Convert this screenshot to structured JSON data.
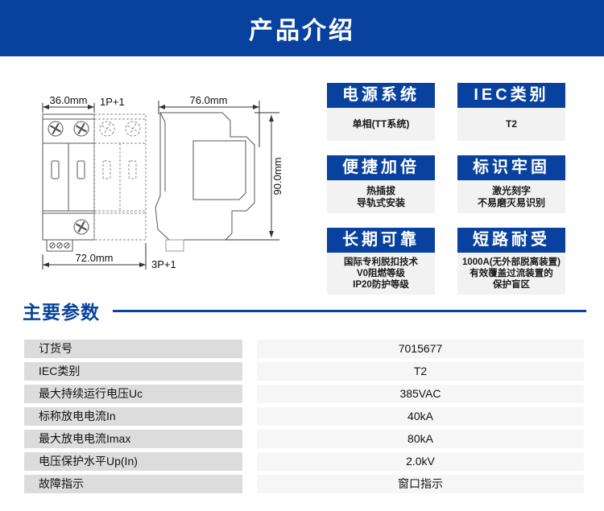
{
  "header": {
    "title": "产品介绍"
  },
  "drawing": {
    "front_width": "36.0mm",
    "front_label": "1P+1",
    "total_width": "72.0mm",
    "total_label": "3P+1",
    "side_width": "76.0mm",
    "side_height": "90.0mm"
  },
  "features": {
    "boxes": [
      {
        "title": "电源系统",
        "lines": [
          "单相(TT系统)"
        ]
      },
      {
        "title": "IEC类别",
        "lines": [
          "T2"
        ]
      },
      {
        "title": "便捷加倍",
        "lines": [
          "热插拔",
          "导轨式安装"
        ]
      },
      {
        "title": "标识牢固",
        "lines": [
          "激光刻字",
          "不易磨灭易识别"
        ]
      },
      {
        "title": "长期可靠",
        "lines": [
          "国际专利脱扣技术",
          "V0阻燃等级",
          "IP20防护等级"
        ]
      },
      {
        "title": "短路耐受",
        "lines": [
          "1000A(无外部脱离装置)",
          "有效覆盖过流装置的",
          "保护盲区"
        ]
      }
    ]
  },
  "params": {
    "section_title": "主要参数",
    "rows": [
      {
        "label": "订货号",
        "value": "7015677"
      },
      {
        "label": "IEC类别",
        "value": "T2"
      },
      {
        "label": "最大持续运行电压Uc",
        "value": "385VAC"
      },
      {
        "label": "标称放电电流In",
        "value": "40kA"
      },
      {
        "label": "最大放电电流Imax",
        "value": "80kA"
      },
      {
        "label": "电压保护水平Up(In)",
        "value": "2.0kV"
      },
      {
        "label": "故障指示",
        "value": "窗口指示"
      }
    ]
  },
  "colors": {
    "primary-blue": "#08429e",
    "feature-body-bg": "#f2f2f2",
    "table-label-bg": "#dcdcdc",
    "table-value-bg": "#f6f6f6",
    "drawing-line": "#555555"
  }
}
